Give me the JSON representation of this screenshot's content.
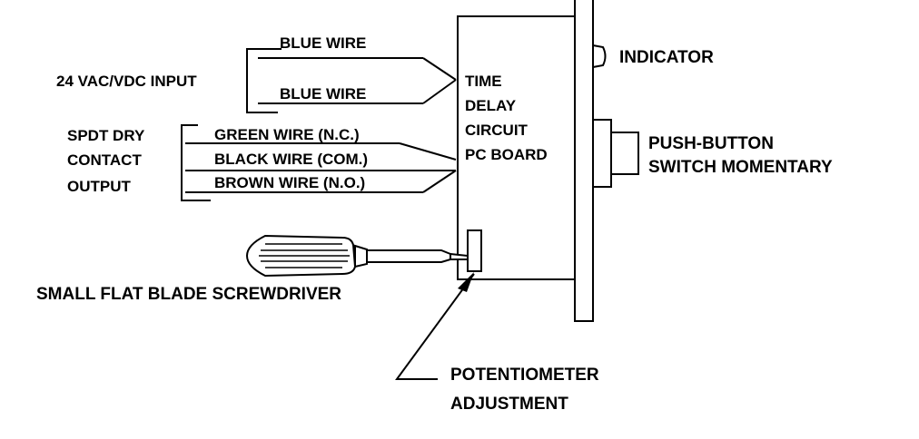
{
  "input": {
    "label": "24 VAC/VDC INPUT",
    "wire_top": "BLUE WIRE",
    "wire_bottom": "BLUE WIRE"
  },
  "contacts": {
    "label_line1": "SPDT DRY",
    "label_line2": "CONTACT",
    "label_line3": "OUTPUT",
    "wire_nc": "GREEN WIRE (N.C.)",
    "wire_com": "BLACK WIRE (COM.)",
    "wire_no": "BROWN WIRE (N.O.)"
  },
  "board": {
    "line1": "TIME",
    "line2": "DELAY",
    "line3": "CIRCUIT",
    "line4": "PC BOARD"
  },
  "indicator": {
    "label": "INDICATOR"
  },
  "switch": {
    "label_line1": "PUSH-BUTTON",
    "label_line2": "SWITCH MOMENTARY"
  },
  "screwdriver": {
    "label": "SMALL FLAT BLADE SCREWDRIVER"
  },
  "potentiometer": {
    "label_line1": "POTENTIOMETER",
    "label_line2": "ADJUSTMENT"
  },
  "colors": {
    "ink": "#000000",
    "background": "#ffffff"
  }
}
